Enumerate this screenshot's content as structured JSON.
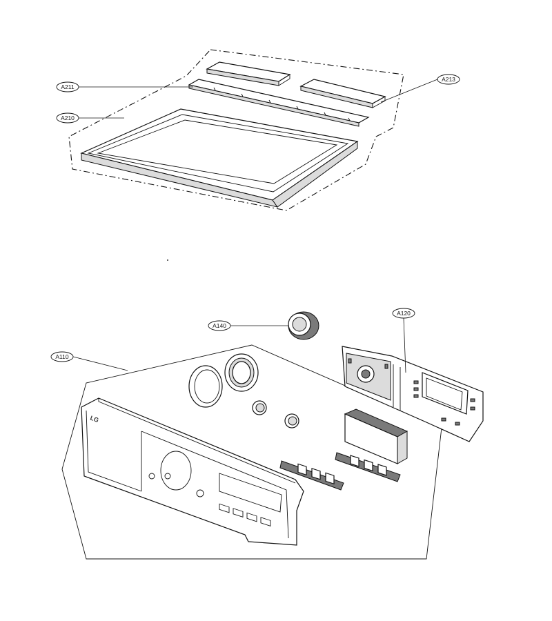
{
  "callouts": {
    "a211": "A211",
    "a210": "A210",
    "a213": "A213",
    "a140": "A140",
    "a120": "A120",
    "a110": "A110"
  },
  "panel_logo": "LG"
}
